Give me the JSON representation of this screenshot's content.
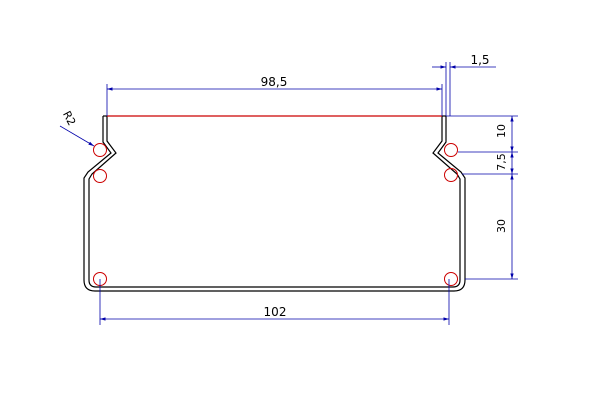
{
  "drawing": {
    "title": "",
    "dimensions": {
      "top_width": "98,5",
      "bottom_width": "102",
      "thickness": "1,5",
      "radius": "R2",
      "height_top": "10",
      "height_mid": "7,5",
      "height_low": "30"
    },
    "colors": {
      "profile": "#000000",
      "top_edge": "#cc0000",
      "bend_circles": "#cc0000",
      "dimension_lines": "#0000aa",
      "background": "#ffffff"
    }
  }
}
